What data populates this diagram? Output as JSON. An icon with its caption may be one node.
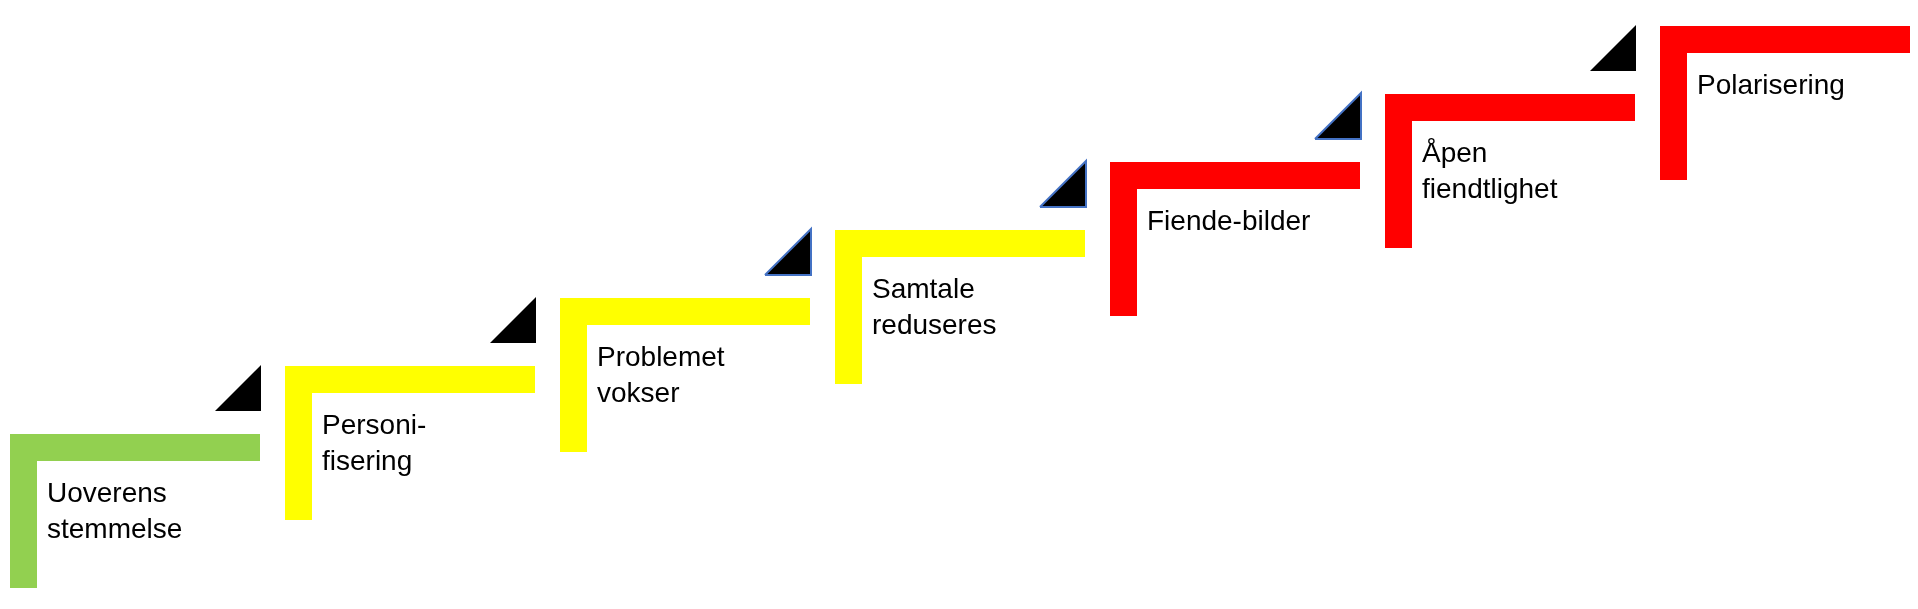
{
  "diagram": {
    "nodes": [
      {
        "text": [
          "Uoverens stemmelse"
        ]
      },
      {
        "text": [
          "Personi- fisering"
        ]
      },
      {
        "text": [
          "Problemet vokser"
        ]
      },
      {
        "text": [
          "Samtale reduseres"
        ]
      },
      {
        "text": [
          "Fiende-bilder"
        ]
      },
      {
        "text": [
          "Åpen fiendtlighet"
        ]
      },
      {
        "text": [
          "Polarisering"
        ]
      }
    ],
    "edges": [
      {
        "from": 1,
        "to": 0,
        "arrow": "to"
      },
      {
        "from": 2,
        "to": 1,
        "arrow": "to"
      },
      {
        "from": 3,
        "to": 2,
        "arrow": "to",
        "color": "#4472c4"
      },
      {
        "from": 4,
        "to": 3,
        "arrow": "to",
        "color": "#4472c4"
      },
      {
        "from": 5,
        "to": 4,
        "arrow": "to",
        "color": "#4472c4"
      },
      {
        "from": 6,
        "to": 5,
        "arrow": "to"
      }
    ]
  }
}
